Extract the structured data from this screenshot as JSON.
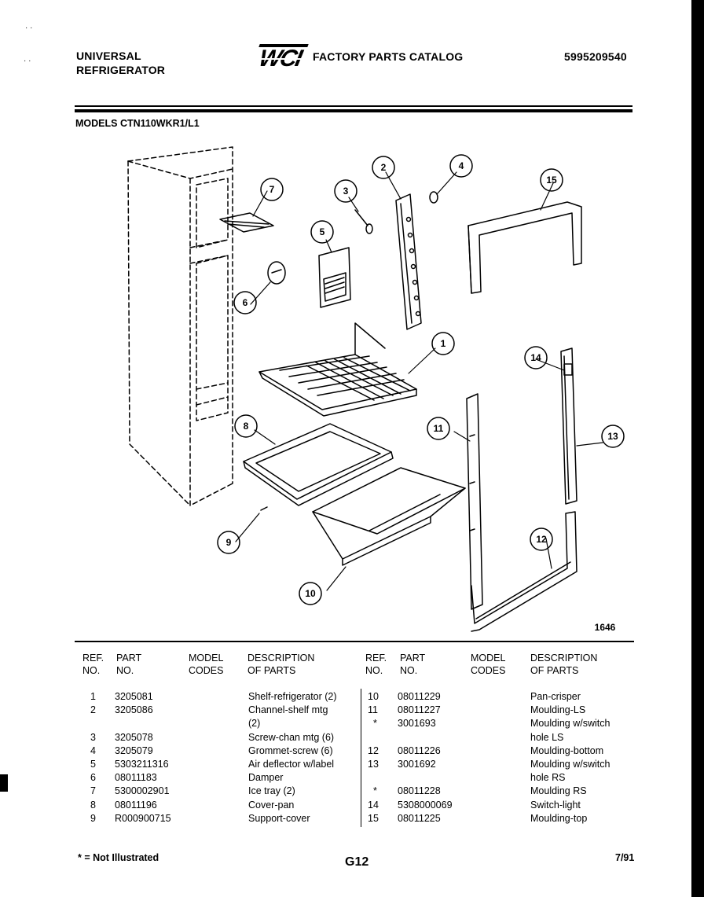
{
  "header": {
    "brand_line1": "UNIVERSAL",
    "brand_line2": "REFRIGERATOR",
    "logo_text": "WCI",
    "catalog_title": "FACTORY PARTS CATALOG",
    "catalog_number": "5995209540",
    "models": "MODELS CTN110WKR1/L1"
  },
  "diagram": {
    "figure_number": "1646",
    "callouts": [
      "1",
      "2",
      "3",
      "4",
      "5",
      "6",
      "7",
      "8",
      "9",
      "10",
      "11",
      "12",
      "13",
      "14",
      "15"
    ]
  },
  "table": {
    "headers": {
      "ref_1": "REF.",
      "ref_2": "NO.",
      "part_1": "PART",
      "part_2": "NO.",
      "model_1": "MODEL",
      "model_2": "CODES",
      "desc_1": "DESCRIPTION",
      "desc_2": "OF PARTS"
    },
    "left_rows": [
      {
        "ref": "1",
        "part": "3205081",
        "code": "",
        "desc": "Shelf-refrigerator (2)"
      },
      {
        "ref": "2",
        "part": "3205086",
        "code": "",
        "desc": "Channel-shelf mtg"
      },
      {
        "ref": "",
        "part": "",
        "code": "",
        "desc": "(2)"
      },
      {
        "ref": "3",
        "part": "3205078",
        "code": "",
        "desc": "Screw-chan mtg (6)"
      },
      {
        "ref": "4",
        "part": "3205079",
        "code": "",
        "desc": "Grommet-screw (6)"
      },
      {
        "ref": "5",
        "part": "5303211316",
        "code": "",
        "desc": "Air deflector w/label"
      },
      {
        "ref": "6",
        "part": "08011183",
        "code": "",
        "desc": "Damper"
      },
      {
        "ref": "7",
        "part": "5300002901",
        "code": "",
        "desc": "Ice tray (2)"
      },
      {
        "ref": "8",
        "part": "08011196",
        "code": "",
        "desc": "Cover-pan"
      },
      {
        "ref": "9",
        "part": "R000900715",
        "code": "",
        "desc": "Support-cover"
      }
    ],
    "right_rows": [
      {
        "ref": "10",
        "part": "08011229",
        "code": "",
        "desc": "Pan-crisper"
      },
      {
        "ref": "11",
        "part": "08011227",
        "code": "",
        "desc": "Moulding-LS"
      },
      {
        "ref": "*",
        "part": "3001693",
        "code": "",
        "desc": "Moulding w/switch"
      },
      {
        "ref": "",
        "part": "",
        "code": "",
        "desc": "hole LS"
      },
      {
        "ref": "12",
        "part": "08011226",
        "code": "",
        "desc": "Moulding-bottom"
      },
      {
        "ref": "13",
        "part": "3001692",
        "code": "",
        "desc": "Moulding w/switch"
      },
      {
        "ref": "",
        "part": "",
        "code": "",
        "desc": "hole RS"
      },
      {
        "ref": "*",
        "part": "08011228",
        "code": "",
        "desc": "Moulding RS"
      },
      {
        "ref": "14",
        "part": "5308000069",
        "code": "",
        "desc": "Switch-light"
      },
      {
        "ref": "15",
        "part": "08011225",
        "code": "",
        "desc": "Moulding-top"
      }
    ]
  },
  "footer": {
    "note": "* = Not Illustrated",
    "page_code": "G12",
    "date": "7/91"
  }
}
